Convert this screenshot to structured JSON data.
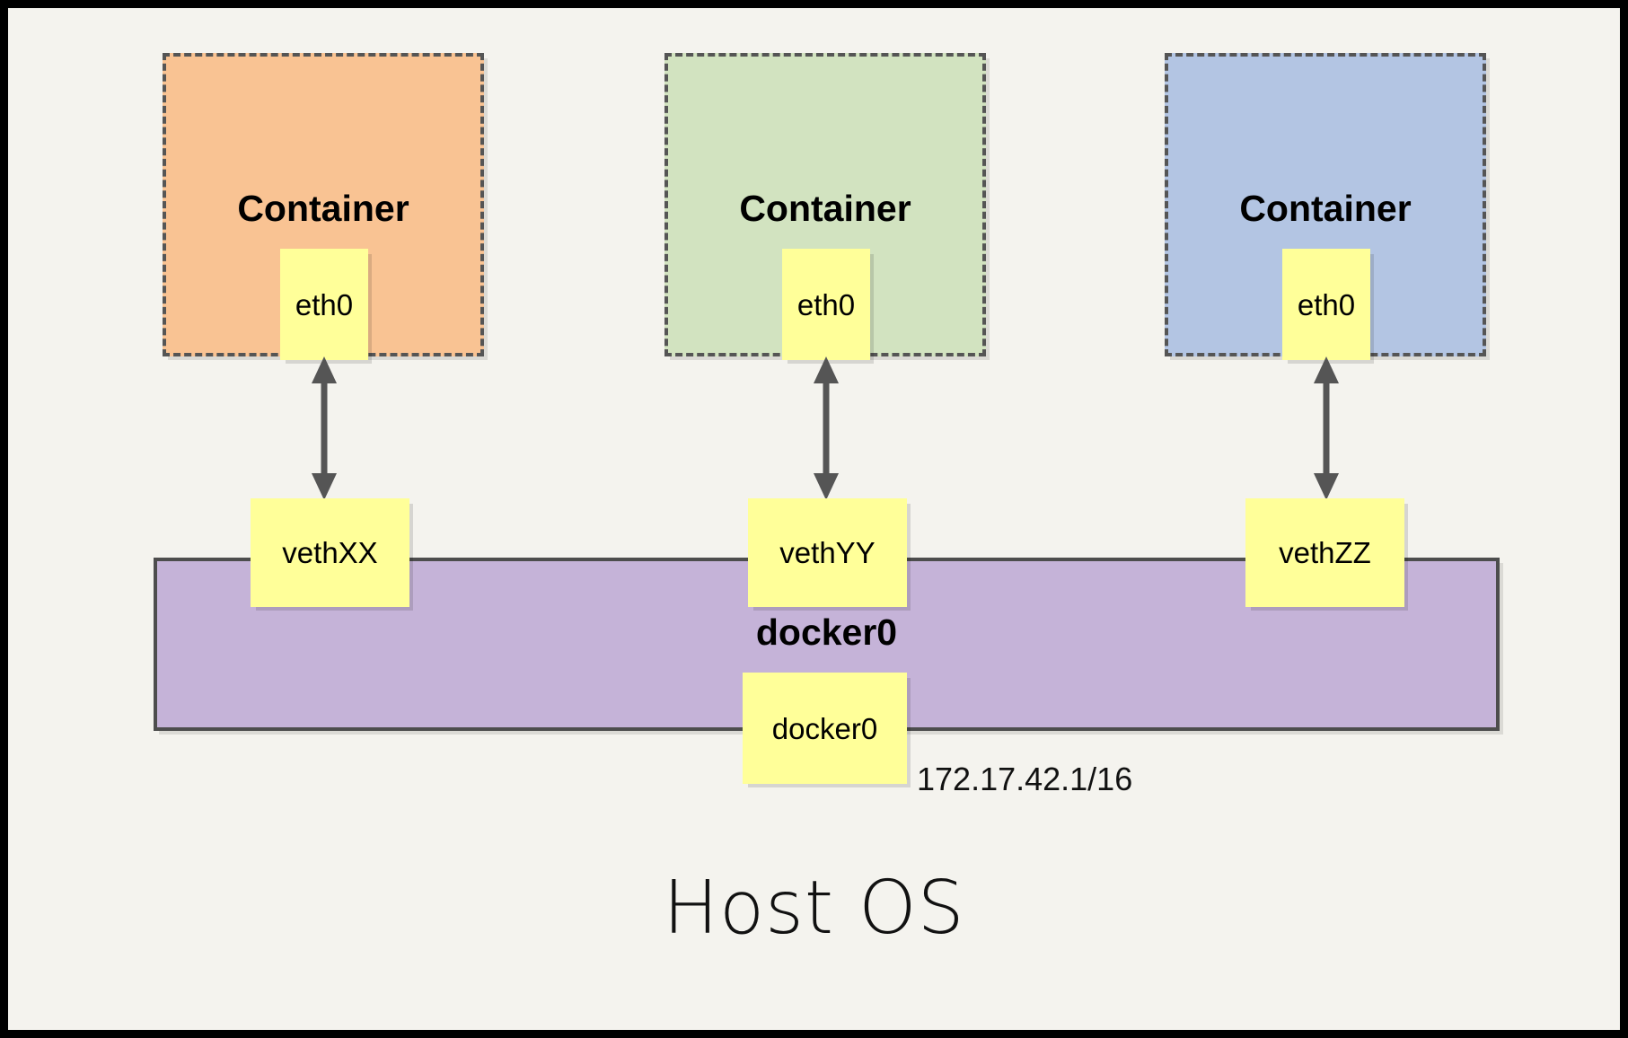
{
  "diagram": {
    "type": "docker-networking-architecture",
    "host_label": "Host OS",
    "background_color": "#f4f3ee",
    "frame_color": "#000000",
    "containers": [
      {
        "title": "Container",
        "fill_color": "#f9c393",
        "border_color": "#555555",
        "interface": {
          "label": "eth0",
          "fill_color": "#ffff99"
        }
      },
      {
        "title": "Container",
        "fill_color": "#d2e3c0",
        "border_color": "#555555",
        "interface": {
          "label": "eth0",
          "fill_color": "#ffff99"
        }
      },
      {
        "title": "Container",
        "fill_color": "#b3c5e3",
        "border_color": "#555555",
        "interface": {
          "label": "eth0",
          "fill_color": "#ffff99"
        }
      }
    ],
    "bridge": {
      "title": "docker0",
      "fill_color": "#c5b3d8",
      "border_color": "#4d4d4d",
      "interface": {
        "label": "docker0",
        "fill_color": "#ffff99"
      },
      "ip_address": "172.17.42.1/16"
    },
    "veth_pairs": [
      {
        "label": "vethXX",
        "fill_color": "#ffff99"
      },
      {
        "label": "vethYY",
        "fill_color": "#ffff99"
      },
      {
        "label": "vethZZ",
        "fill_color": "#ffff99"
      }
    ],
    "links": [
      {
        "from": "eth0",
        "to": "vethXX",
        "style": "double-arrow",
        "color": "#555555"
      },
      {
        "from": "eth0",
        "to": "vethYY",
        "style": "double-arrow",
        "color": "#555555"
      },
      {
        "from": "eth0",
        "to": "vethZZ",
        "style": "double-arrow",
        "color": "#555555"
      }
    ]
  }
}
